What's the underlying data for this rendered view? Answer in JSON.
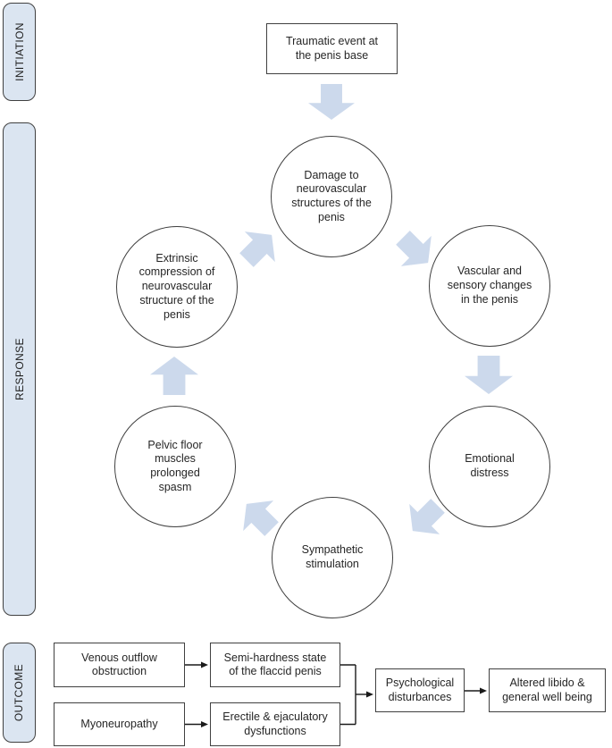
{
  "stages": [
    {
      "id": "initiation",
      "label": "INITIATION"
    },
    {
      "id": "response",
      "label": "RESPONSE"
    },
    {
      "id": "outcome",
      "label": "OUTCOME"
    }
  ],
  "initiation": {
    "trigger": "Traumatic event at the penis base"
  },
  "cycle": [
    {
      "id": "damage",
      "label": "Damage to neurovascular structures of the penis"
    },
    {
      "id": "vascular",
      "label": "Vascular and sensory changes in the penis"
    },
    {
      "id": "emotional",
      "label": "Emotional distress"
    },
    {
      "id": "sympathetic",
      "label": "Sympathetic stimulation"
    },
    {
      "id": "pelvic",
      "label": "Pelvic floor muscles prolonged spasm"
    },
    {
      "id": "extrinsic",
      "label": "Extrinsic compression of neurovascular structure of the penis"
    }
  ],
  "outcome": {
    "venous": "Venous outflow obstruction",
    "semi_hardness": "Semi-hardness state of the flaccid penis",
    "myoneuropathy": "Myoneuropathy",
    "erectile": "Erectile & ejaculatory dysfunctions",
    "psychological": "Psychological disturbances",
    "altered": "Altered libido & general well being"
  },
  "colors": {
    "arrow_fill": "#ccd9ec",
    "stage_fill": "#dbe5f1",
    "border": "#404040"
  }
}
